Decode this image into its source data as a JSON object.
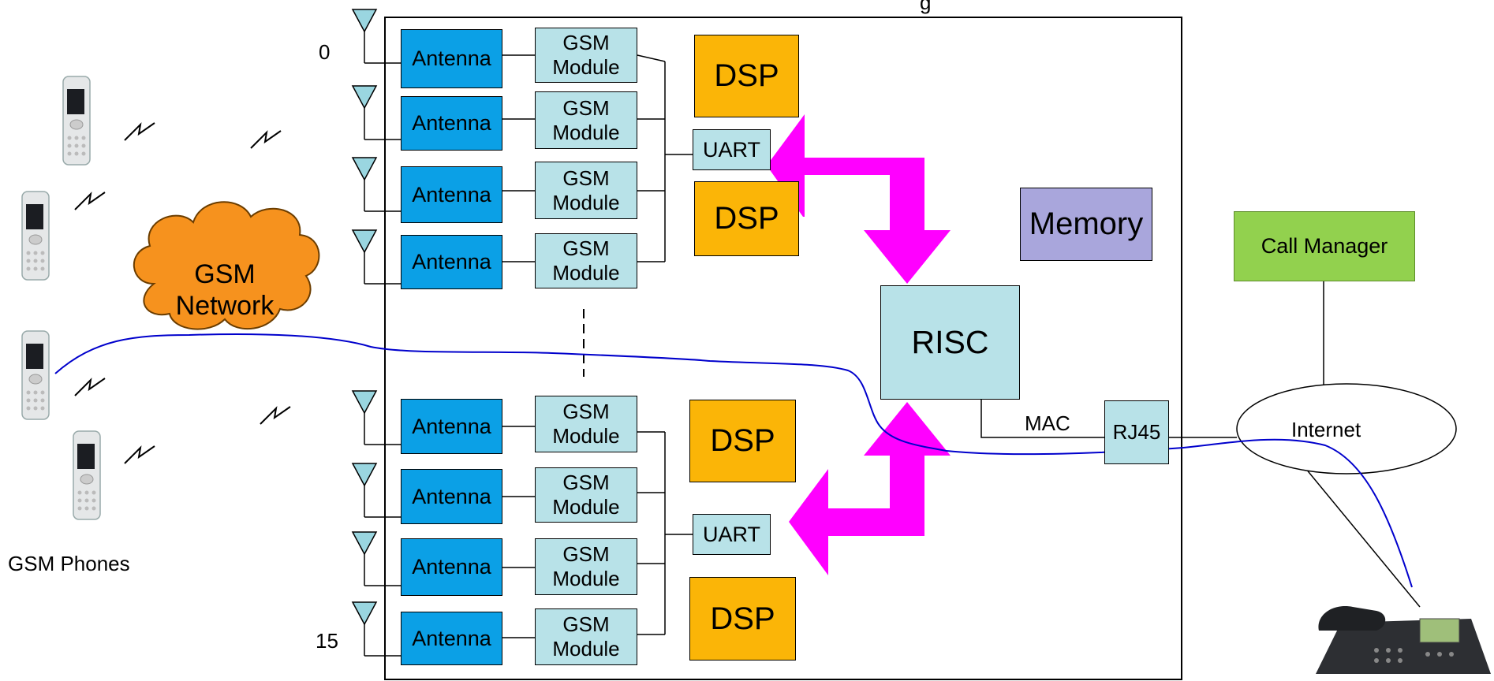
{
  "labels": {
    "antenna": "Antenna",
    "gsm_module_line1": "GSM",
    "gsm_module_line2": "Module",
    "uart": "UART",
    "dsp": "DSP",
    "risc": "RISC",
    "memory": "Memory",
    "mac": "MAC",
    "rj45": "RJ45",
    "call_manager": "Call Manager",
    "internet": "Internet",
    "gsm_network_line1": "GSM",
    "gsm_network_line2": "Network",
    "gsm_phones": "GSM Phones",
    "channel_first": "0",
    "channel_last": "15",
    "top_partial_text": "g"
  },
  "colors": {
    "antenna": "#0ba0e6",
    "gsm_module": "#b8e2e8",
    "dsp": "#fbb507",
    "memory": "#a9a6dc",
    "call_manager": "#92d14e",
    "arrow": "#ff00ff",
    "cloud": "#f6921e",
    "signal_path": "#0000cc"
  },
  "icons": [
    "antenna-mast-icon",
    "gsm-phone-icon",
    "desk-phone-icon",
    "wireless-link-icon"
  ]
}
